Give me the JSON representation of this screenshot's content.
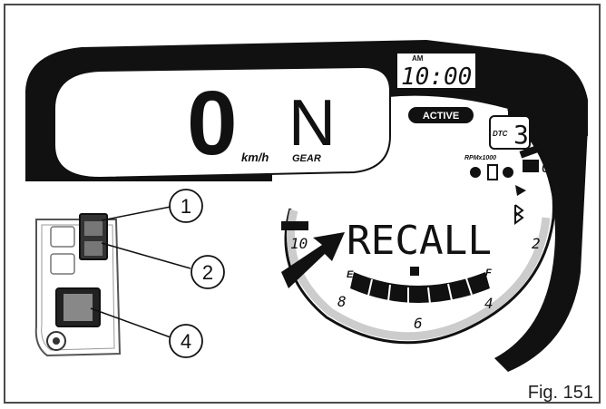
{
  "display": {
    "speed_value": "0",
    "speed_unit": "km/h",
    "gear_value": "N",
    "gear_label": "GEAR",
    "clock_period": "AM",
    "clock_time": "10:00",
    "mode_badge": "ACTIVE",
    "dtc_label": "DTC",
    "dtc_value": "3",
    "rpm_label": "RPMx1000",
    "message": "RECALL",
    "tach_labels": [
      "0",
      "2",
      "4",
      "6",
      "8",
      "10"
    ],
    "fuel_empty": "E",
    "fuel_full": "F"
  },
  "callouts": [
    "1",
    "2",
    "4"
  ],
  "caption": "Fig. 151"
}
